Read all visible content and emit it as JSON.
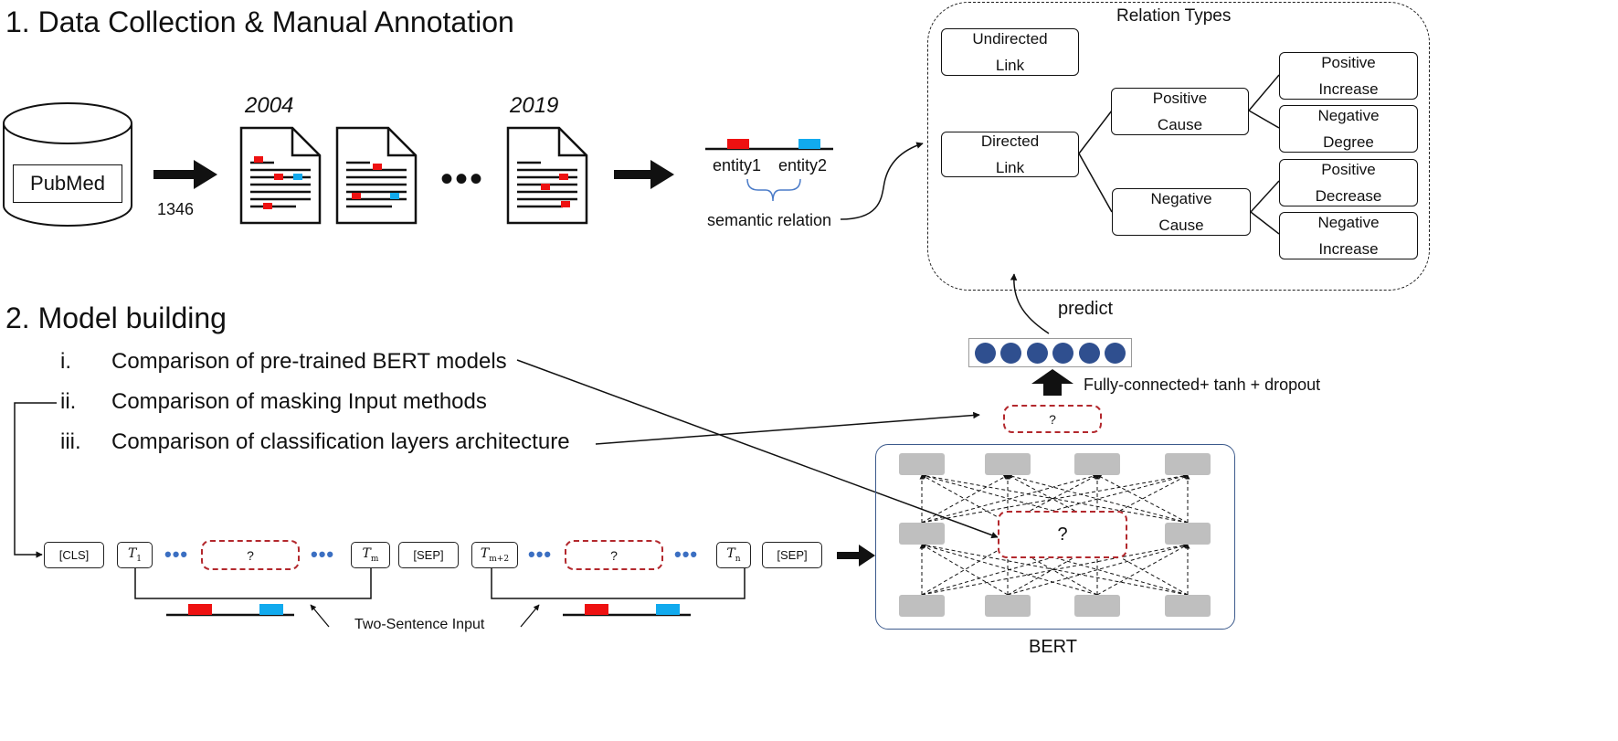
{
  "section1": {
    "title": "1. Data Collection & Manual Annotation"
  },
  "section2": {
    "title": "2. Model building"
  },
  "pubmed": {
    "label": "PubMed",
    "count": "1346"
  },
  "years": {
    "start": "2004",
    "end": "2019"
  },
  "entities": {
    "entity1": "entity1",
    "entity2": "entity2",
    "relation": "semantic relation"
  },
  "relation_types": {
    "title": "Relation Types",
    "undirected": "Undirected\nLink",
    "directed": "Directed\nLink",
    "positive_cause": "Positive\nCause",
    "negative_cause": "Negative\nCause",
    "positive_increase": "Positive\nIncrease",
    "negative_degree": "Negative\nDegree",
    "positive_decrease": "Positive\nDecrease",
    "negative_increase": "Negative\nIncrease"
  },
  "comparisons": [
    {
      "num": "i.",
      "text": "Comparison of pre-trained BERT models"
    },
    {
      "num": "ii.",
      "text": "Comparison of masking Input methods"
    },
    {
      "num": "iii.",
      "text": "Comparison of classification layers architecture"
    }
  ],
  "tokens": {
    "cls": "[CLS]",
    "sep": "[SEP]",
    "mask": "?",
    "t1_sub": "1",
    "tm_sub": "m",
    "tm2_sub": "m+2",
    "tn_sub": "n"
  },
  "input_label": "Two-Sentence Input",
  "bert": {
    "label": "BERT",
    "mask": "?"
  },
  "head": {
    "mask": "?",
    "layer_label": "Fully-connected+ tanh + dropout",
    "predict": "predict"
  },
  "colors": {
    "entity1": "#ee1111",
    "entity2": "#11aaee",
    "mask_border": "#b3282d",
    "vector_node": "#2f4f8f",
    "bert_border": "#3c5a8c",
    "node_gray": "#bfbfbf",
    "dots_blue": "#3b6fc2"
  }
}
